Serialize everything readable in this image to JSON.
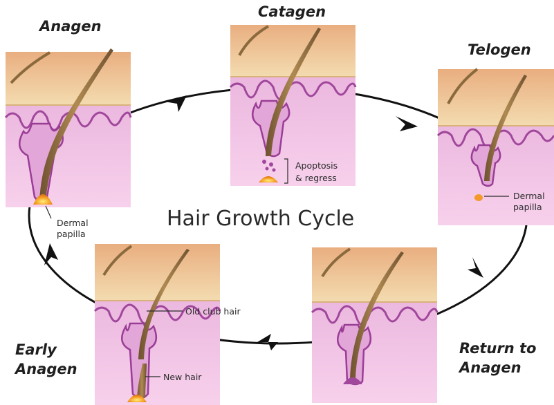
{
  "title": "Hair Growth Cycle",
  "stages": {
    "anagen": "Anagen",
    "catagen": "Catagen",
    "telogen": "Telogen",
    "return_line1": "Return to",
    "return_line2": "Anagen",
    "early_line1": "Early",
    "early_line2": "Anagen"
  },
  "annotations": {
    "anagen_dermal_line1": "Dermal",
    "anagen_dermal_line2": "papilla",
    "apoptosis_line1": "Apoptosis",
    "apoptosis_line2": "& regress",
    "telogen_dermal_line1": "Dermal",
    "telogen_dermal_line2": "papilla",
    "old_club_hair": "Old club hair",
    "new_hair": "New hair"
  },
  "colors": {
    "epidermis": "#f1d7a8",
    "epidermis_line": "#d9b57c",
    "dermis_top": "#e7a9d8",
    "dermis": "#f6cbe9",
    "follicle_outline": "#9a3d96",
    "hair": "#8a6a3d",
    "papilla": "#f39a2a",
    "cycle_arrow": "#111111"
  }
}
